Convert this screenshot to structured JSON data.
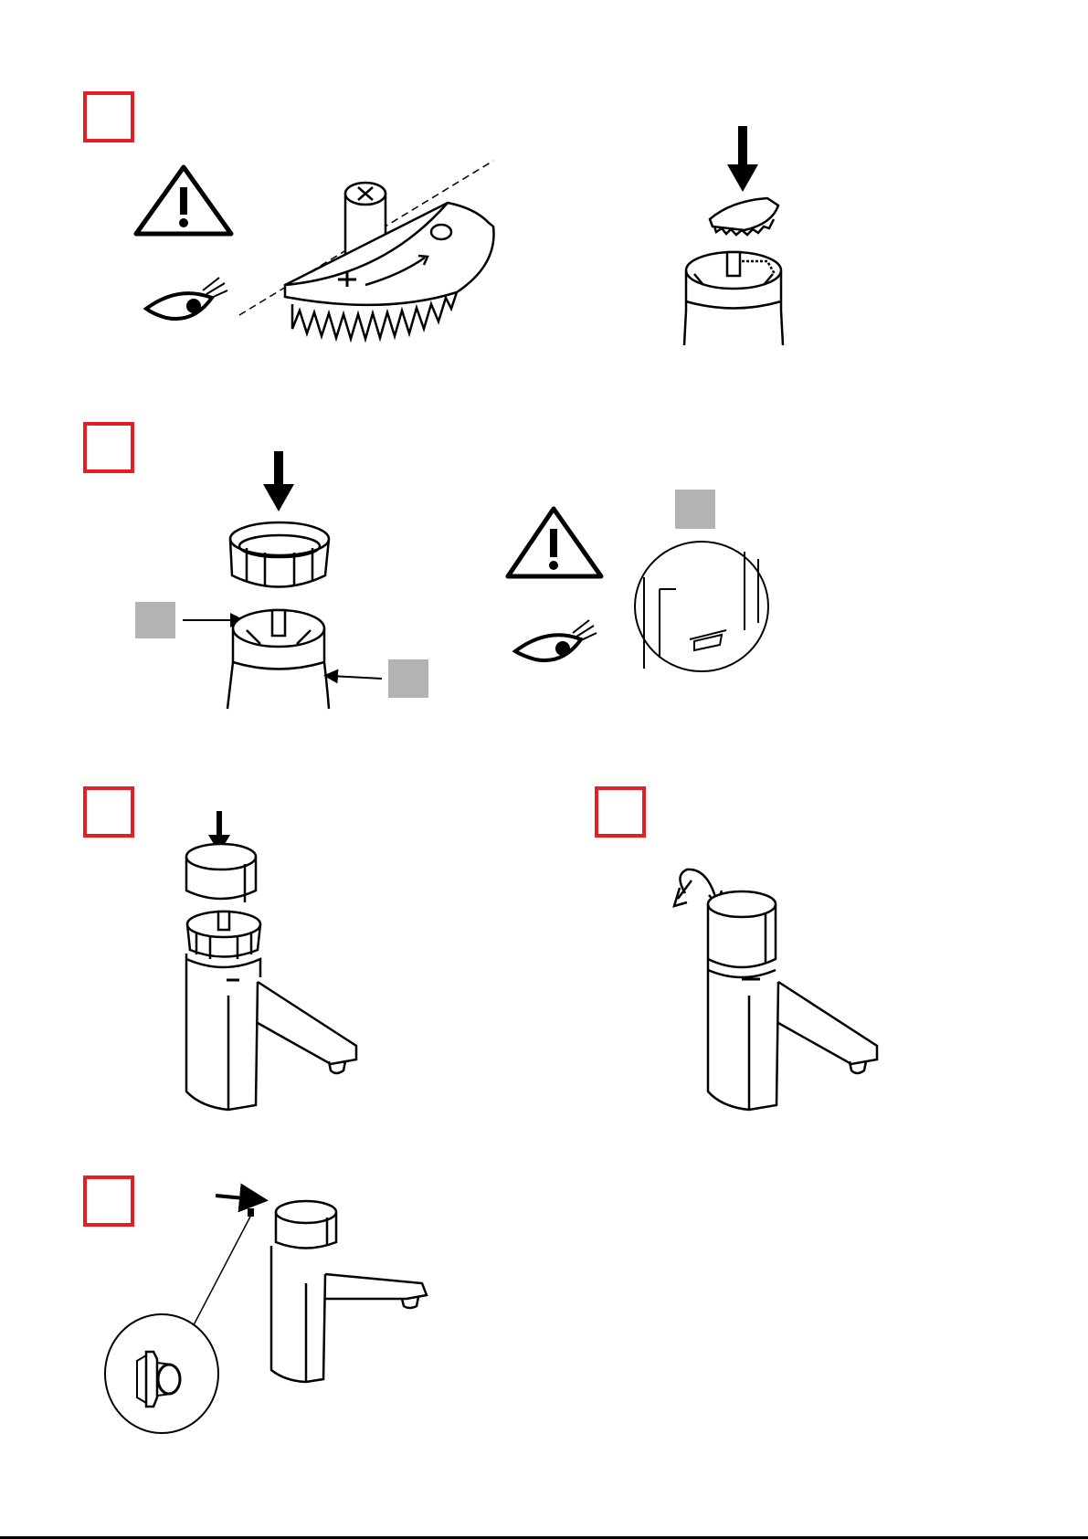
{
  "colors": {
    "step_box_border": "#e31e24",
    "callout_box": "#b3b3b3",
    "line_art": "#000000",
    "background": "#ffffff"
  },
  "steps": [
    {
      "name": "step-1",
      "figures": [
        "warning-triangle-icon",
        "eye-icon",
        "scale-ring-detail",
        "scale-ring-onto-cartridge"
      ]
    },
    {
      "name": "step-2",
      "figures": [
        "ring-onto-cartridge",
        "callout-a",
        "callout-b",
        "warning-triangle-icon",
        "eye-icon",
        "slot-detail-circle",
        "callout-c"
      ]
    },
    {
      "name": "step-3",
      "figures": [
        "cap-onto-faucet"
      ]
    },
    {
      "name": "step-4",
      "figures": [
        "rotate-arrow-icon",
        "faucet-assembled"
      ]
    },
    {
      "name": "step-5",
      "figures": [
        "arrow-right-icon",
        "faucet-side-plug",
        "plug-detail-circle"
      ]
    }
  ]
}
